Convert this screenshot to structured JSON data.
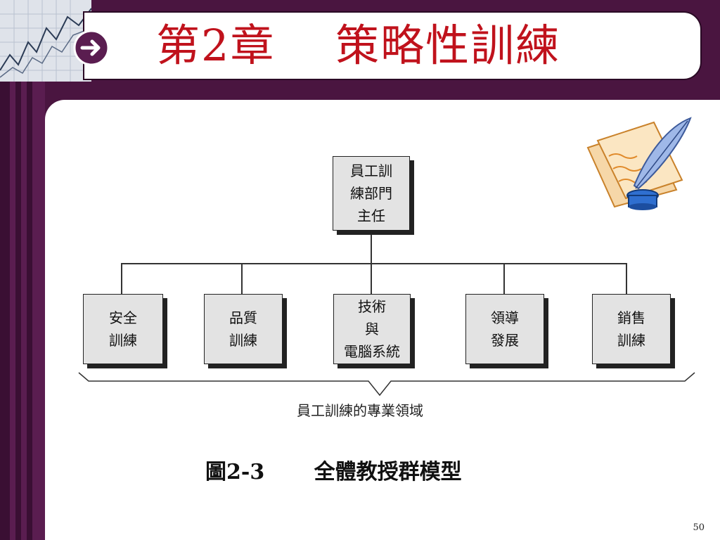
{
  "slide": {
    "title": "第2章　 策略性訓練",
    "page_number": "50"
  },
  "diagram": {
    "root": {
      "label": "員工訓\n練部門\n主任"
    },
    "children": [
      {
        "label": "安全\n訓練"
      },
      {
        "label": "品質\n訓練"
      },
      {
        "label": "技術\n與\n電腦系統"
      },
      {
        "label": "領導\n發展"
      },
      {
        "label": "銷售\n訓練"
      }
    ],
    "brace_label": "員工訓練的專業領域",
    "caption": "圖2-3　　 全體教授群模型"
  },
  "colors": {
    "background": "#4a1540",
    "title": "#c0121c",
    "box_fill": "#e3e3e3"
  },
  "icons": [
    "arrow-right-circle-icon",
    "line-chart-thumbnail",
    "quill-and-ink-clipart"
  ]
}
